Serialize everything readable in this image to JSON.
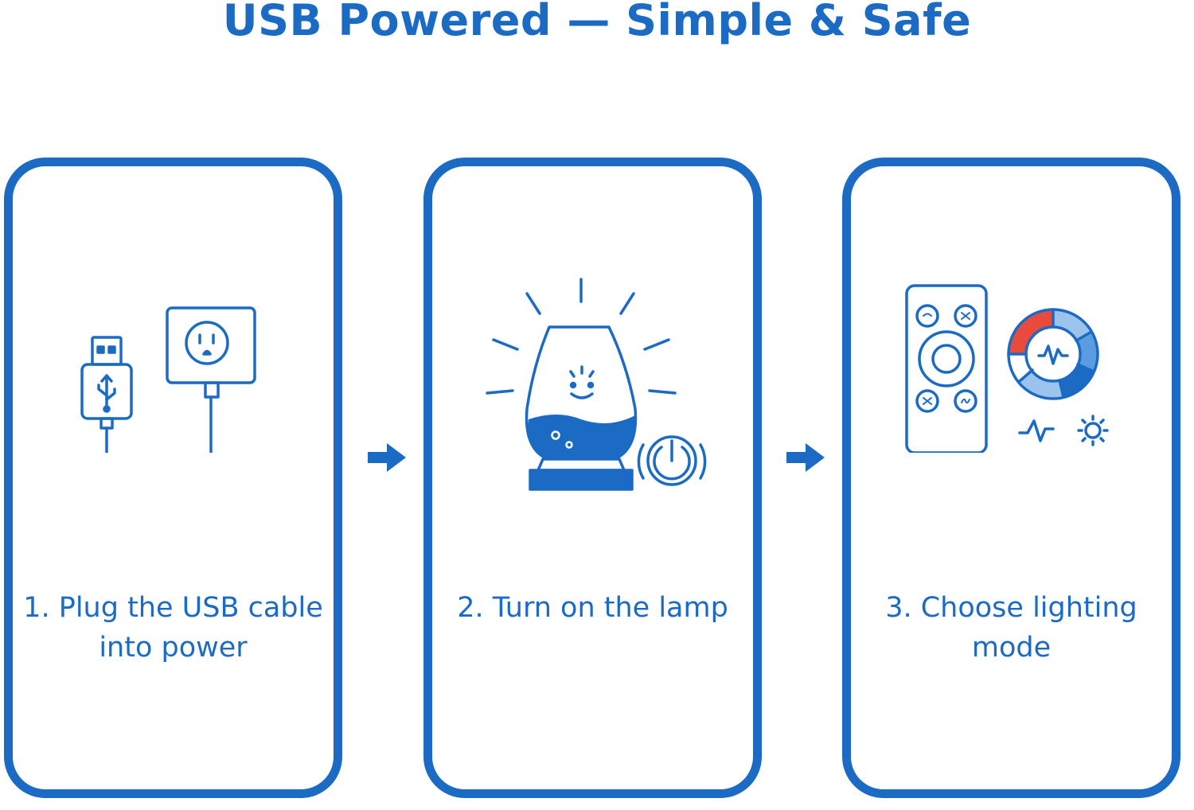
{
  "title": "USB Powered — Simple & Safe",
  "steps": [
    {
      "label_line1": "1. Plug the USB cable",
      "label_line2": "into power",
      "icon": "usb-plug-outlet-icon"
    },
    {
      "label_line1": "2. Turn on the lamp",
      "label_line2": "",
      "icon": "lava-lamp-power-icon"
    },
    {
      "label_line1": "3. Choose lighting",
      "label_line2": "mode",
      "icon": "remote-color-wheel-icon"
    }
  ],
  "colors": {
    "brand_blue": "#1b6bc4",
    "wheel_red": "#e84a3c",
    "wheel_light_blue": "#9cc3ec",
    "background": "#ffffff"
  }
}
